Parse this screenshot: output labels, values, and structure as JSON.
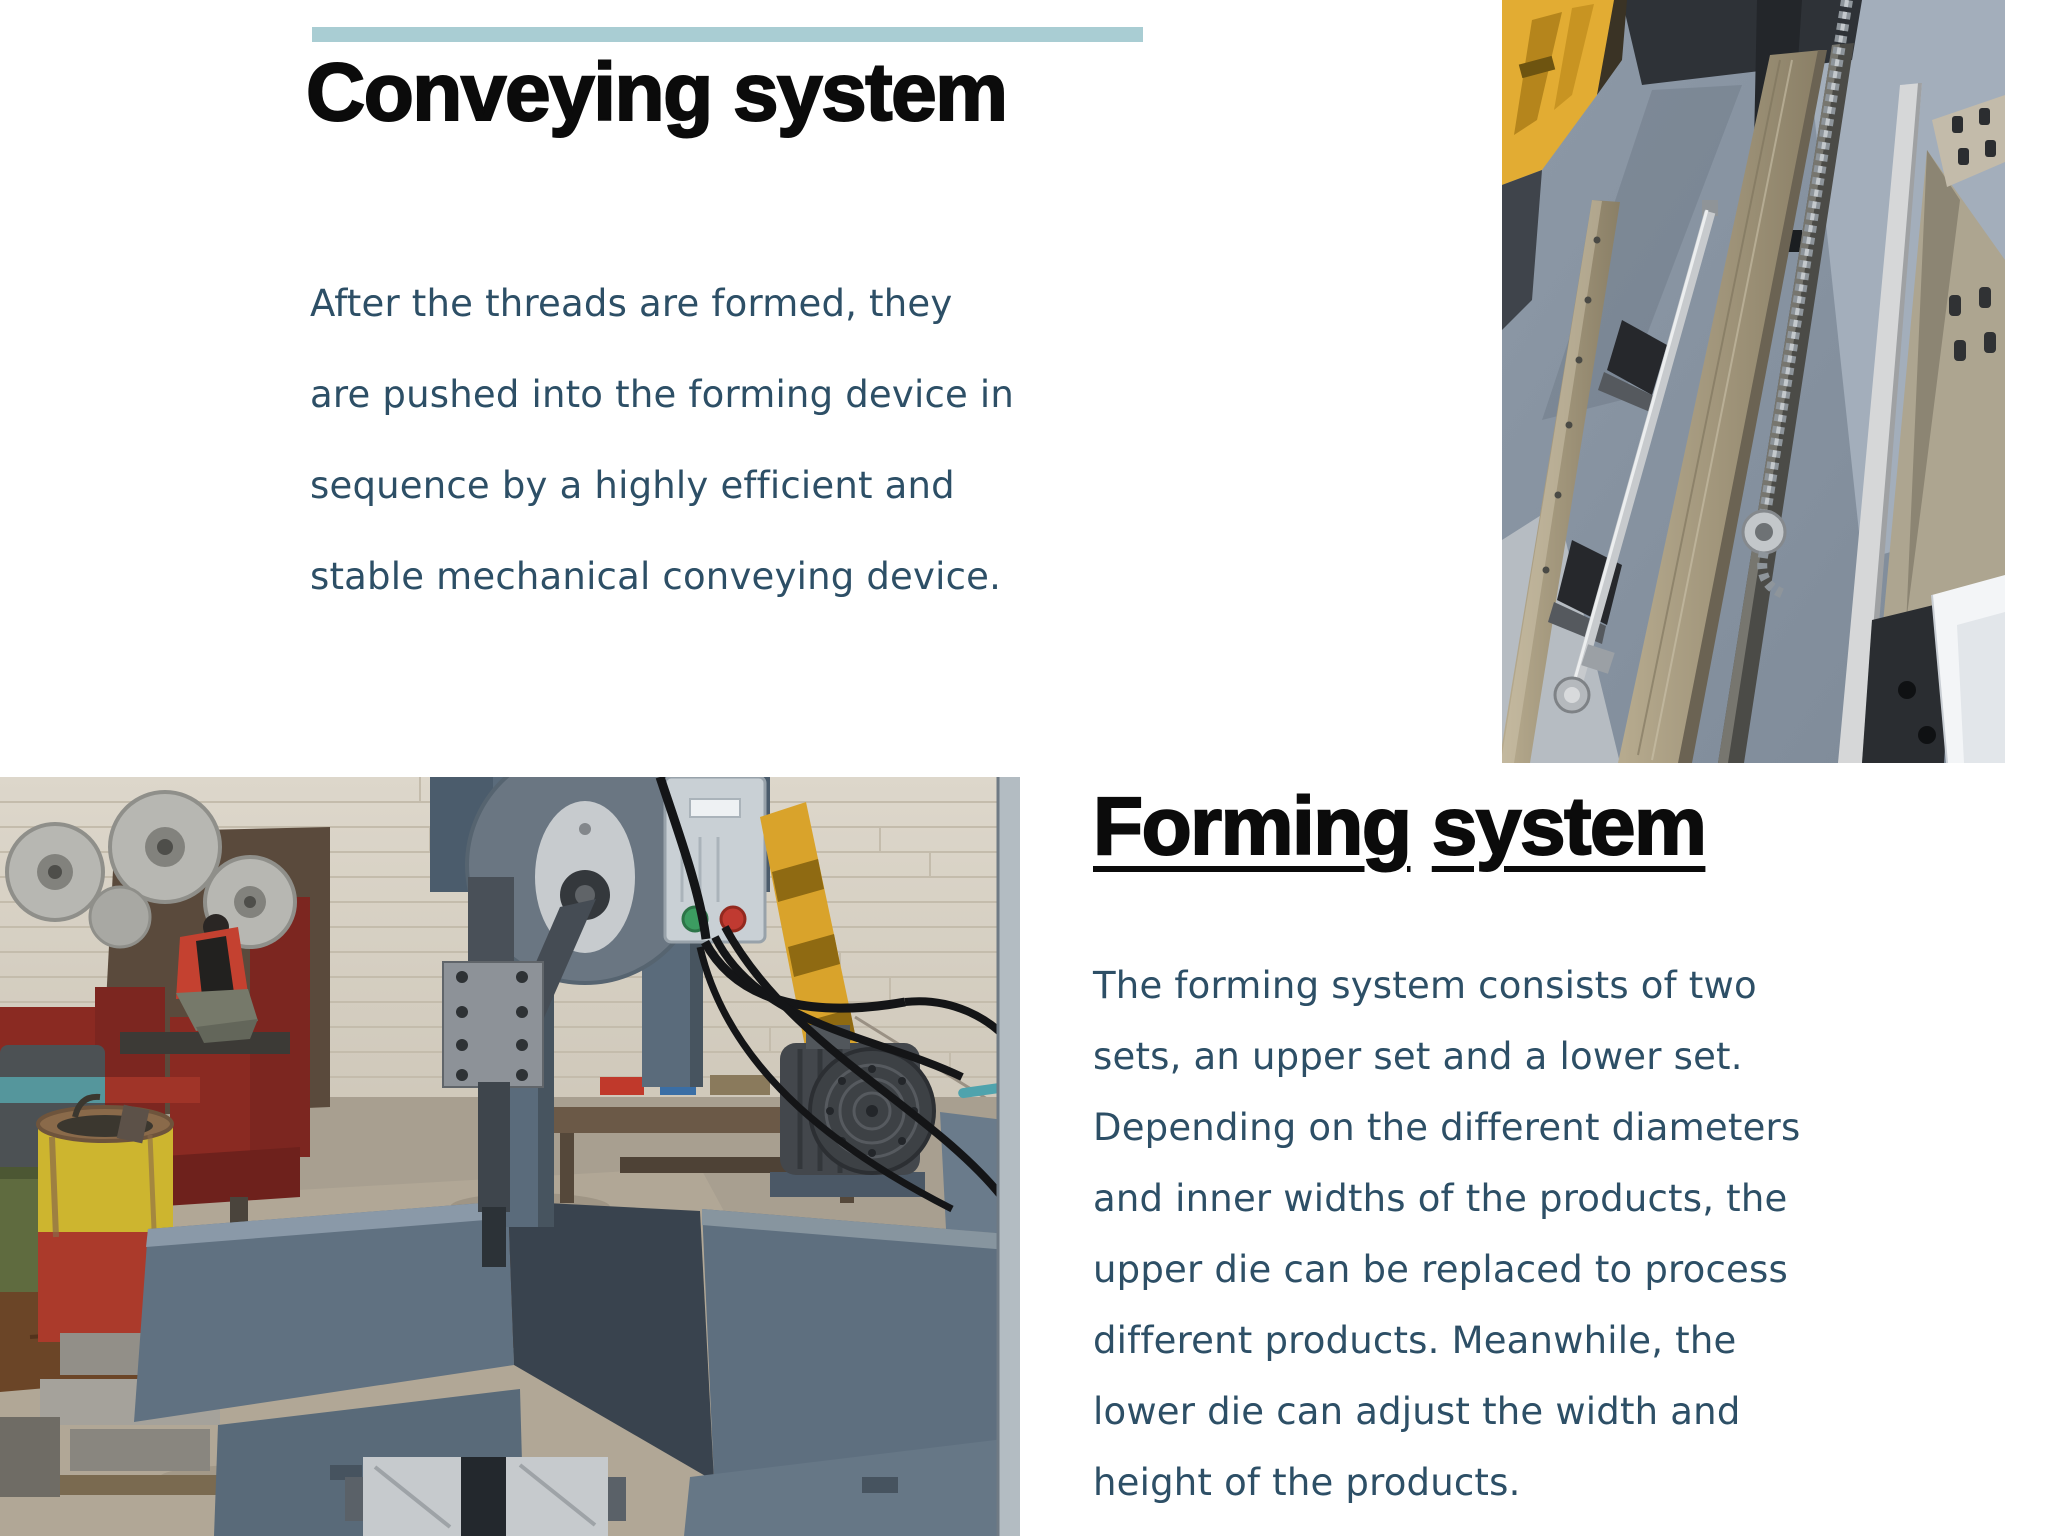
{
  "colors": {
    "accent_bar": "#a9cdd3",
    "heading_text": "#0b0b0b",
    "body_text": "#2d4f66"
  },
  "sections": {
    "conveying": {
      "title": "Conveying system",
      "body_lines": [
        "After the threads are formed, they",
        "are pushed into the forming device in",
        "sequence by a highly efficient and",
        "stable mechanical conveying device."
      ]
    },
    "forming": {
      "title_words": [
        "Forming",
        "system"
      ],
      "body_lines": [
        "The forming system consists of two",
        "sets, an upper set and a lower set.",
        "Depending on the different diameters",
        "and inner widths of the products, the",
        "upper die can be replaced to process",
        "different products. Meanwhile, the",
        "lower die can adjust the width and",
        "height of the products."
      ]
    }
  }
}
